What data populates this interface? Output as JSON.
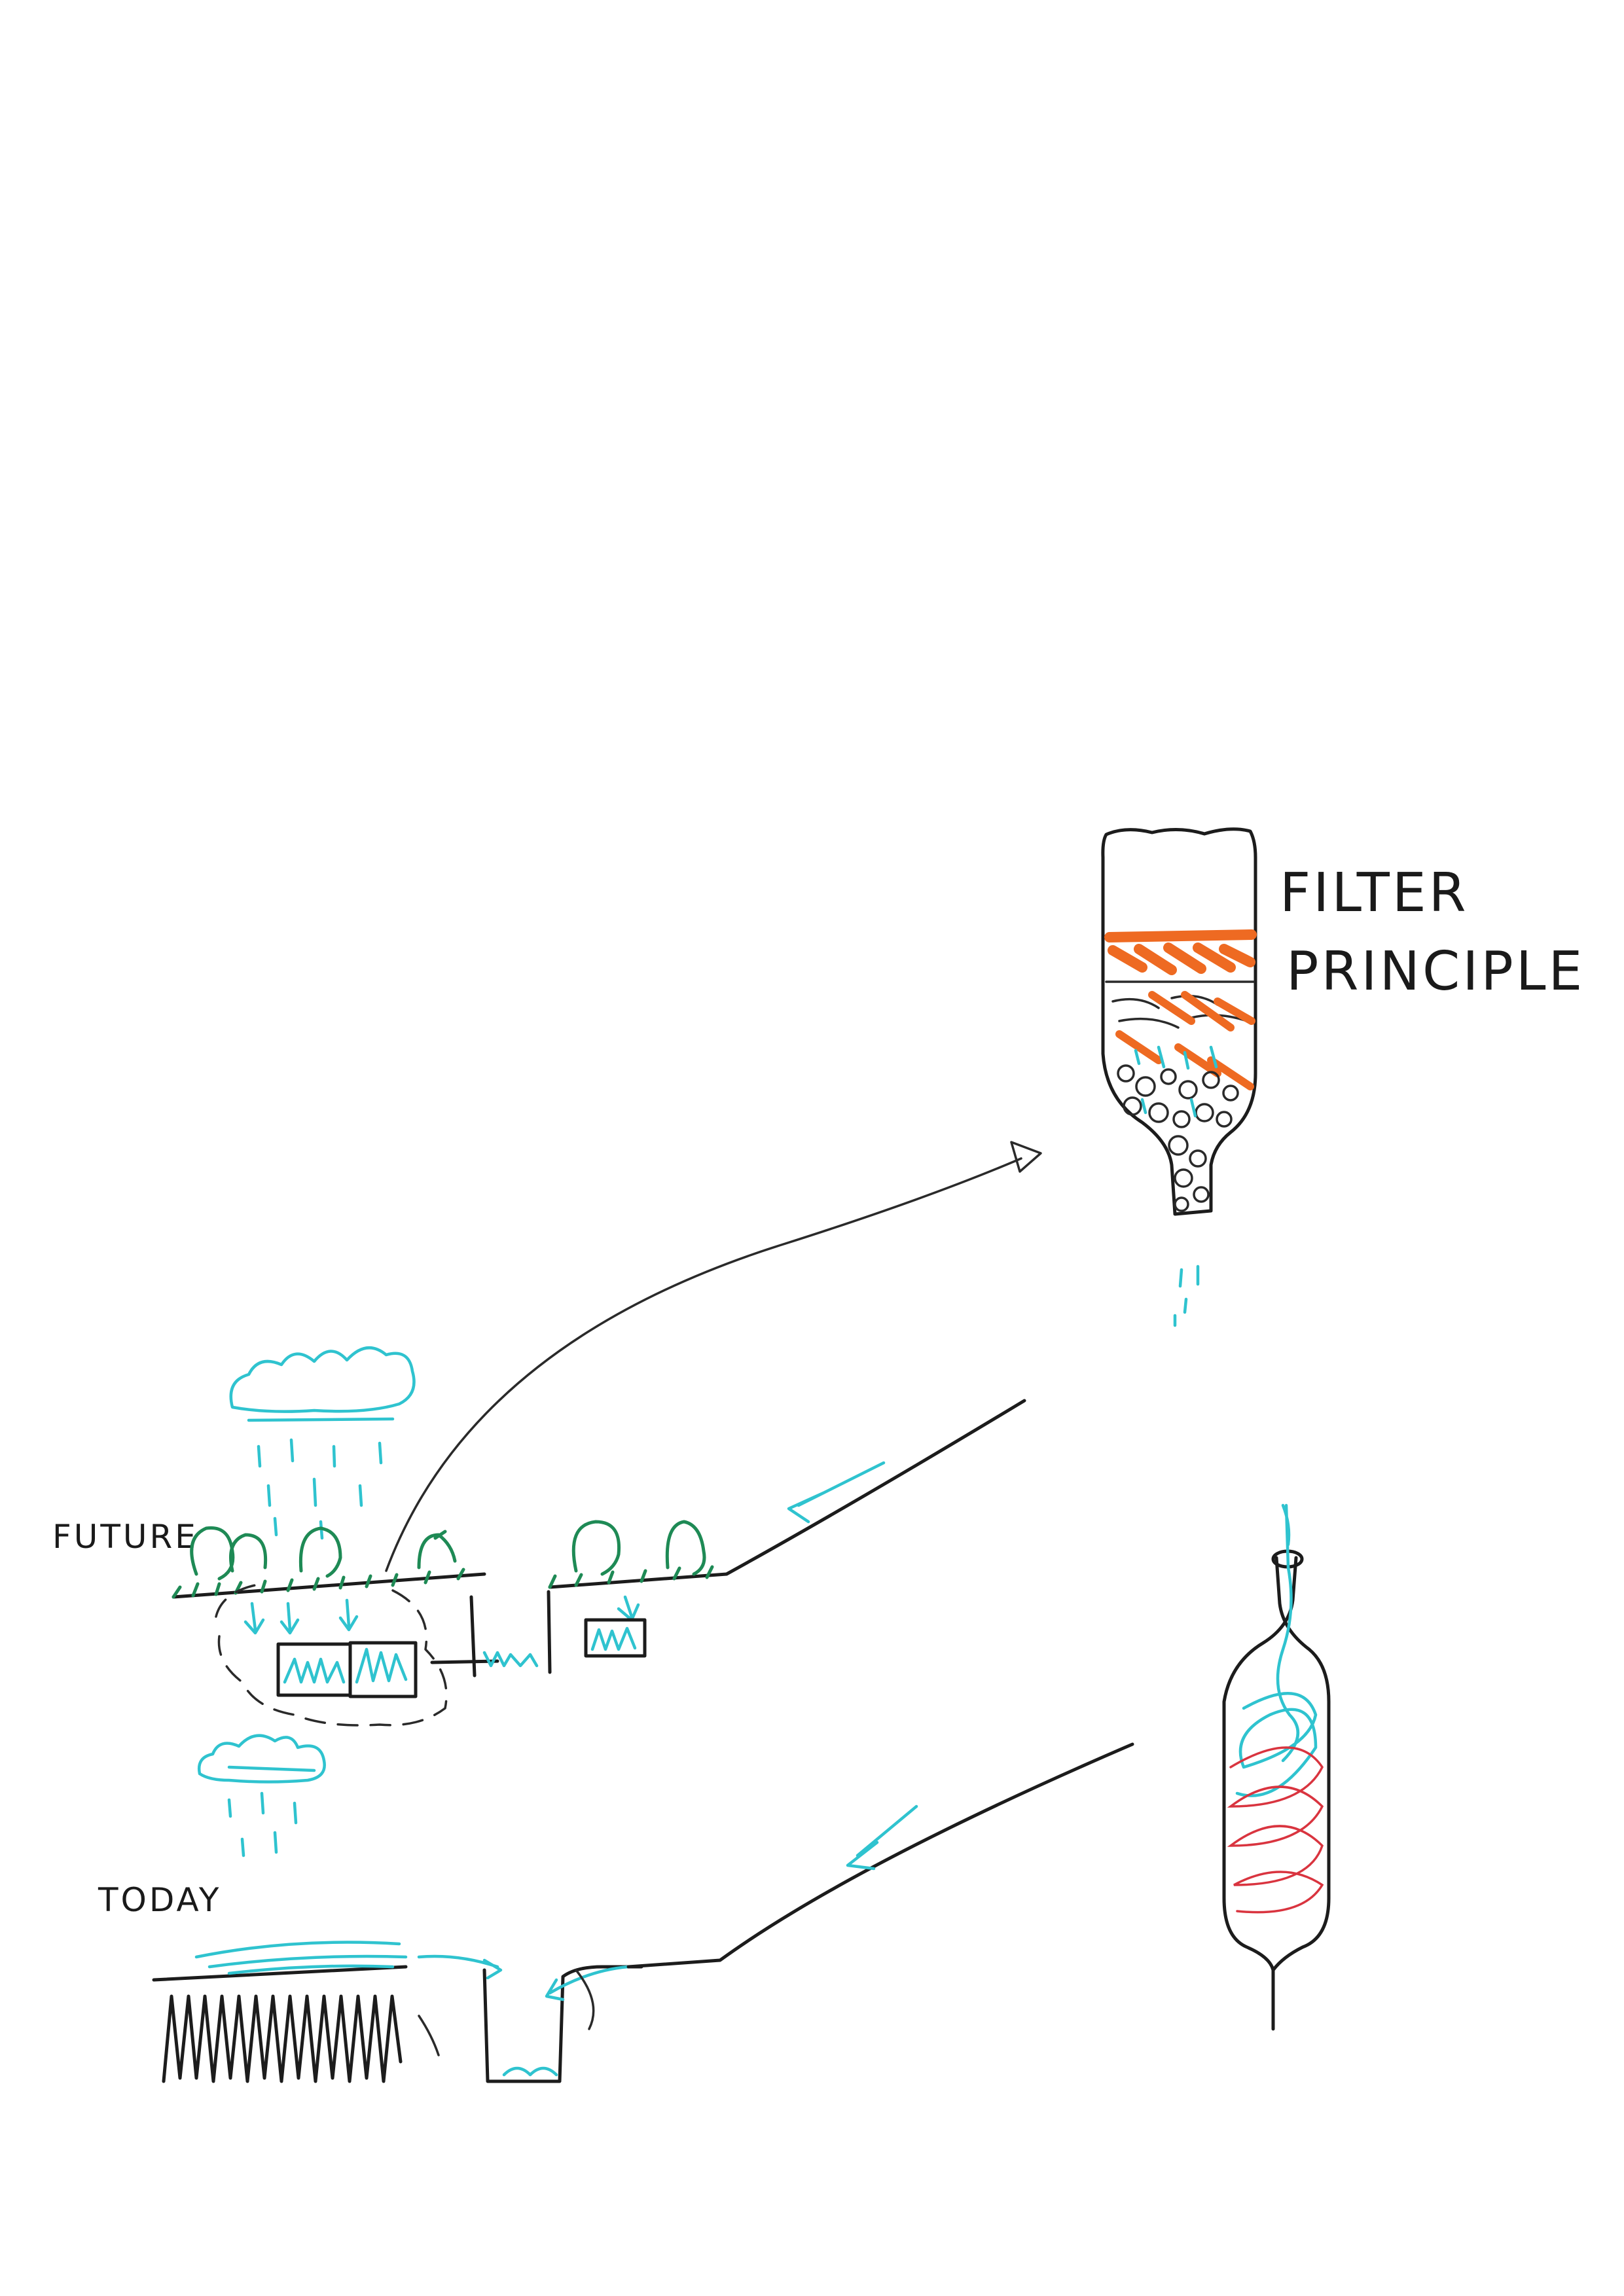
{
  "labels": {
    "filter_line1": "FILTER",
    "filter_line2": "PRINCIPLE",
    "future": "FUTURE",
    "today": "TODAY"
  },
  "colors": {
    "ink": "#1c1c1c",
    "water": "#2fc3cf",
    "vegetation": "#1e8a55",
    "filter_layer": "#ee6a22",
    "heat": "#d9343f"
  }
}
